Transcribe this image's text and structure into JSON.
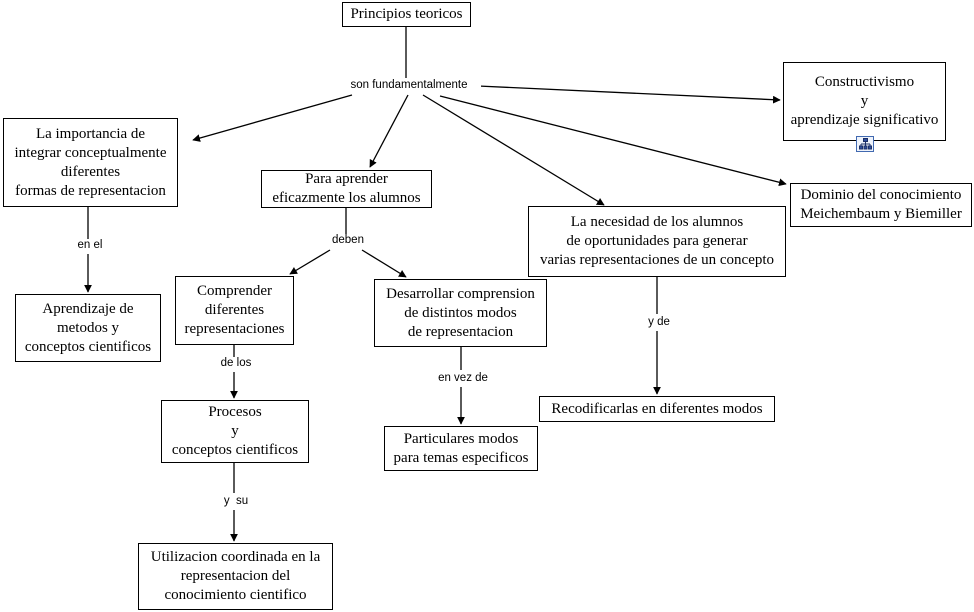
{
  "diagram": {
    "type": "concept-map",
    "language": "es",
    "background_color": "#ffffff",
    "line_color": "#000000",
    "box_border_color": "#000000",
    "icon_accent_color": "#4169b0"
  },
  "nodes": {
    "principios": {
      "label": "Principios teoricos",
      "lines": [
        "Principios teoricos"
      ]
    },
    "constructivismo": {
      "label": "Constructivismo y aprendizaje significativo",
      "lines": [
        "Constructivismo",
        "y",
        "aprendizaje significativo"
      ]
    },
    "dominio": {
      "label": "Dominio del conocimiento Meichembaum y Biemiller",
      "lines": [
        "Dominio del conocimiento",
        "Meichembaum y Biemiller"
      ]
    },
    "importancia": {
      "label": "La importancia de integrar conceptualmente diferentes formas de representacion",
      "lines": [
        "La importancia de",
        "integrar conceptualmente",
        "diferentes",
        "formas de representacion"
      ]
    },
    "para_aprender": {
      "label": "Para aprender eficazmente los alumnos",
      "lines": [
        "Para aprender",
        "eficazmente los alumnos"
      ]
    },
    "necesidad": {
      "label": "La necesidad de los alumnos de oportunidades para generar varias representaciones de un concepto",
      "lines": [
        "La necesidad de los alumnos",
        "de oportunidades para generar",
        "varias representaciones de un concepto"
      ]
    },
    "aprendizaje_metodos": {
      "label": "Aprendizaje de metodos y conceptos cientificos",
      "lines": [
        "Aprendizaje de",
        "metodos y",
        "conceptos cientificos"
      ]
    },
    "comprender": {
      "label": "Comprender diferentes representaciones",
      "lines": [
        "Comprender",
        "diferentes",
        "representaciones"
      ]
    },
    "desarrollar": {
      "label": "Desarrollar comprension de distintos modos de representacion",
      "lines": [
        "Desarrollar comprension",
        "de distintos modos",
        "de representacion"
      ]
    },
    "procesos": {
      "label": "Procesos y conceptos cientificos",
      "lines": [
        "Procesos",
        "y",
        "conceptos cientificos"
      ]
    },
    "particulares": {
      "label": "Particulares modos para temas especificos",
      "lines": [
        "Particulares modos",
        "para temas especificos"
      ]
    },
    "recodificarlas": {
      "label": "Recodificarlas en diferentes modos",
      "lines": [
        "Recodificarlas en diferentes modos"
      ]
    },
    "utilizacion": {
      "label": "Utilizacion coordinada en la representacion del conocimiento cientifico",
      "lines": [
        "Utilizacion coordinada en la",
        "representacion del",
        "conocimiento cientifico"
      ]
    }
  },
  "link_labels": {
    "son_fundamentalmente": "son fundamentalmente",
    "en_el": "en el",
    "deben": "deben",
    "de_los": "de los",
    "en_vez_de": "en vez de",
    "y_de": "y de",
    "y_su": "y  su"
  },
  "icons": {
    "constructivismo_resource": "submap-tree-icon"
  }
}
